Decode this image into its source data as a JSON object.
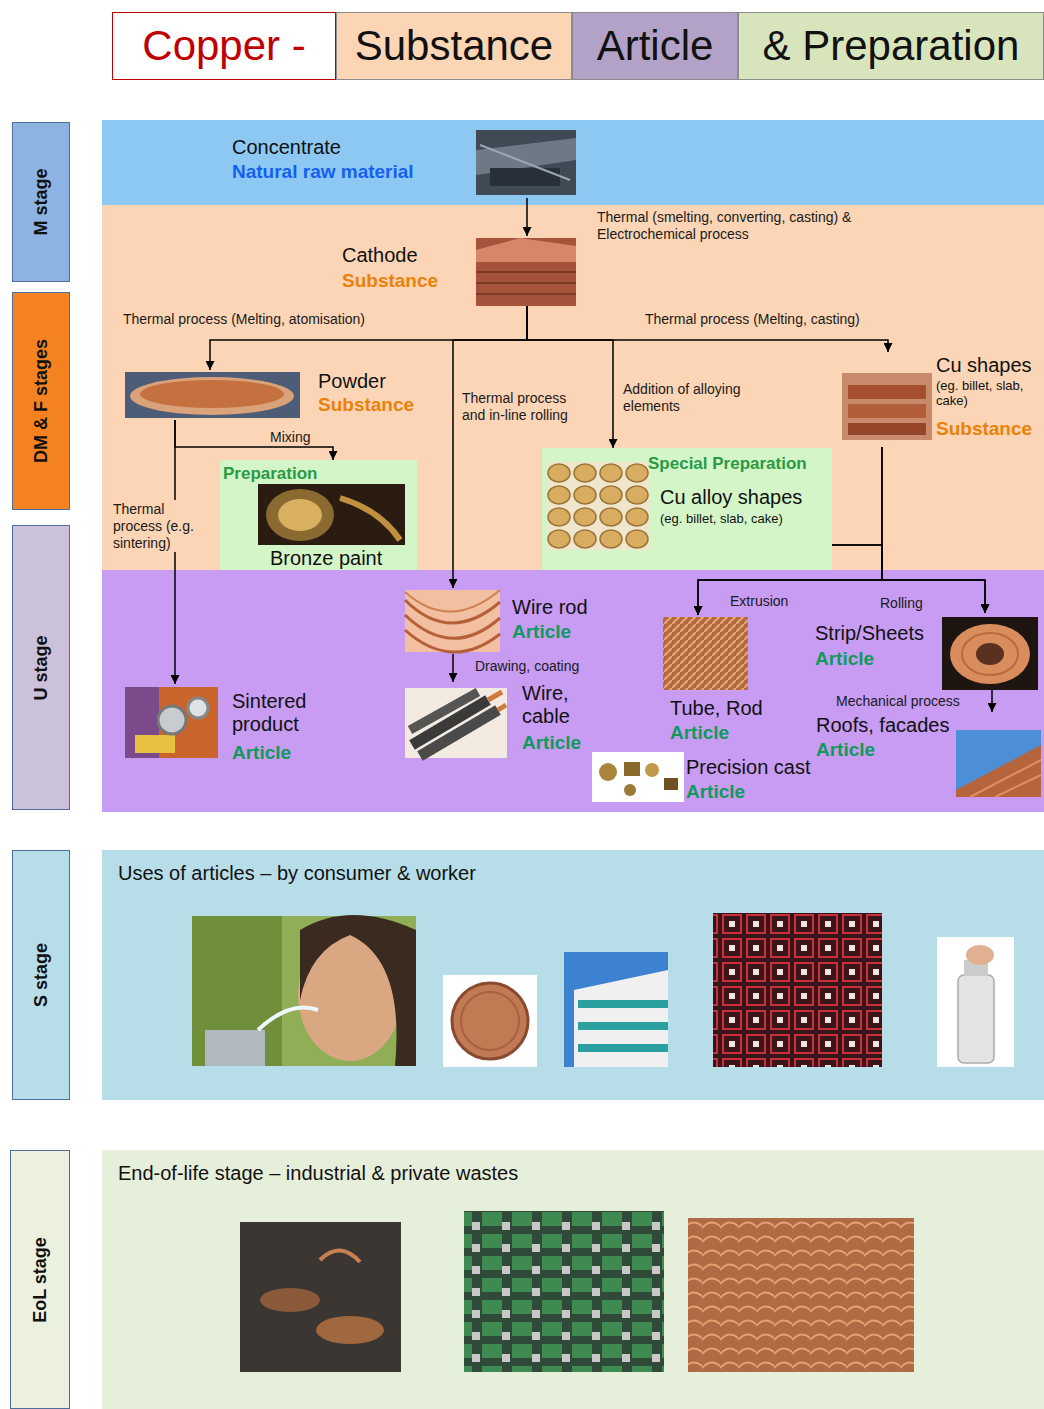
{
  "diagram": {
    "nodes": [
      {
        "text": [
          "Copper -"
        ]
      },
      {
        "text": [
          "Substance"
        ]
      },
      {
        "text": [
          "Article"
        ]
      },
      {
        "text": [
          "& Preparation"
        ]
      },
      {
        "text": [
          "M stage"
        ]
      },
      {
        "text": [
          "DM & F stages"
        ]
      },
      {
        "text": [
          "U stage"
        ]
      },
      {
        "text": [
          "S stage"
        ]
      },
      {
        "text": [
          "EoL stage"
        ]
      },
      {
        "text": [
          "Concentrate",
          "Natural raw material"
        ]
      },
      {
        "text": [
          "Cathode",
          "Substance"
        ]
      },
      {
        "text": [
          "Powder",
          "Substance"
        ]
      },
      {
        "text": [
          "Cu shapes",
          "(eg. billet, slab, cake)",
          "Substance"
        ]
      },
      {
        "text": [
          "Preparation",
          "Bronze paint"
        ]
      },
      {
        "text": [
          "Special Preparation",
          "Cu alloy shapes",
          "(eg. billet, slab, cake)"
        ]
      },
      {
        "text": [
          "Wire rod",
          "Article"
        ]
      },
      {
        "text": [
          "Sintered product",
          "Article"
        ]
      },
      {
        "text": [
          "Wire, cable",
          "Article"
        ]
      },
      {
        "text": [
          "Tube, Rod",
          "Article"
        ]
      },
      {
        "text": [
          "Strip/Sheets",
          "Article"
        ]
      },
      {
        "text": [
          "Roofs, facades",
          "Article"
        ]
      },
      {
        "text": [
          "Precision cast",
          "Article"
        ]
      },
      {
        "text": [
          "Uses of articles – by consumer & worker"
        ]
      },
      {
        "text": [
          "End-of-life stage – industrial & private wastes"
        ]
      }
    ],
    "edges": [
      {
        "from": 9,
        "to": 10,
        "arrow": "to",
        "label": "Thermal (smelting, converting, casting) & Electrochemical process"
      },
      {
        "from": 10,
        "to": 11,
        "arrow": "to",
        "label": "Thermal process (Melting, atomisation)"
      },
      {
        "from": 10,
        "to": 15,
        "arrow": "to",
        "label": "Thermal process and in-line rolling"
      },
      {
        "from": 10,
        "to": 14,
        "arrow": "to",
        "label": "Addition of alloying elements"
      },
      {
        "from": 10,
        "to": 12,
        "arrow": "to",
        "label": "Thermal process (Melting, casting)"
      },
      {
        "from": 11,
        "to": 13,
        "arrow": "to",
        "label": "Mixing"
      },
      {
        "from": 11,
        "to": 16,
        "arrow": "to",
        "label": "Thermal process (e.g. sintering)"
      },
      {
        "from": 15,
        "to": 17,
        "arrow": "to",
        "label": "Drawing, coating"
      },
      {
        "from": 12,
        "to": 18,
        "arrow": "to",
        "label": "Extrusion"
      },
      {
        "from": 12,
        "to": 19,
        "arrow": "to",
        "label": "Rolling"
      },
      {
        "from": 14,
        "to": 18,
        "arrow": "to"
      },
      {
        "from": 14,
        "to": 19,
        "arrow": "to"
      },
      {
        "from": 19,
        "to": 20,
        "arrow": "to",
        "label": "Mechanical process"
      }
    ]
  }
}
